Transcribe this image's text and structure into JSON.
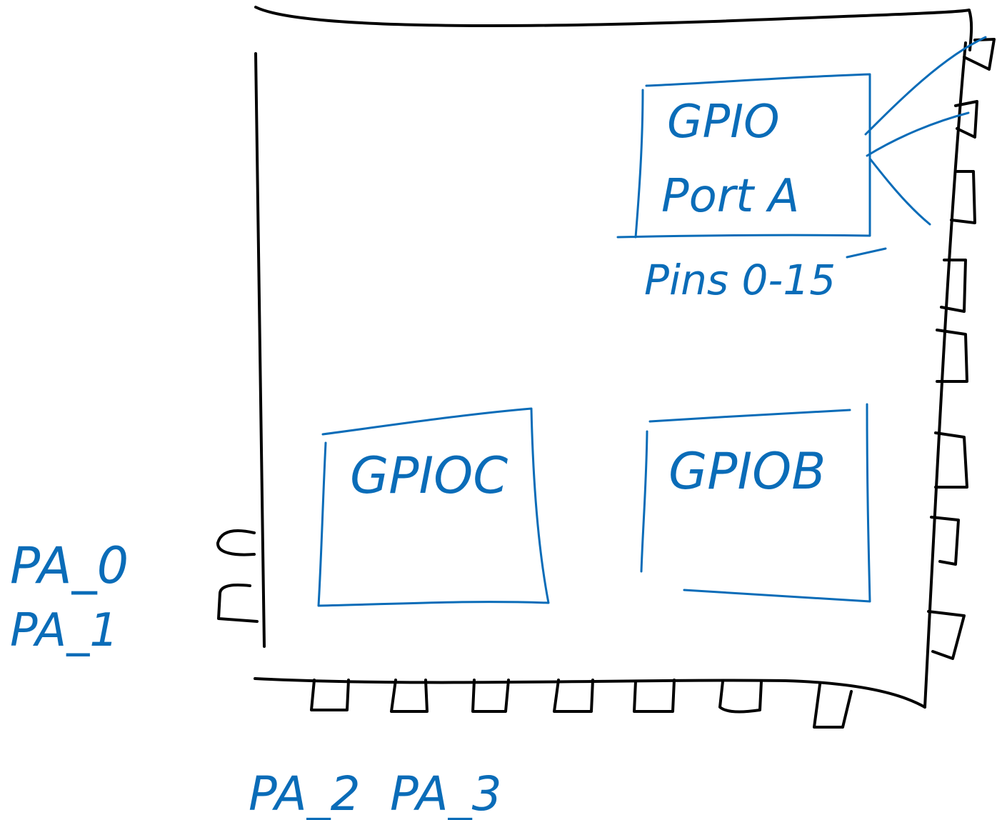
{
  "gpio_a": {
    "line1": "GPIO",
    "line2": "Port A",
    "pins": "Pins 0-15"
  },
  "gpio_b": {
    "label": "GPIOB"
  },
  "gpio_c": {
    "label": "GPIOC"
  },
  "pin_labels": {
    "pa0": "PA_0",
    "pa1": "PA_1",
    "pa2": "PA_2",
    "pa3": "PA_3"
  },
  "colors": {
    "chip_outline": "#000000",
    "annotation_ink": "#0a6cb8",
    "background": "#ffffff"
  }
}
